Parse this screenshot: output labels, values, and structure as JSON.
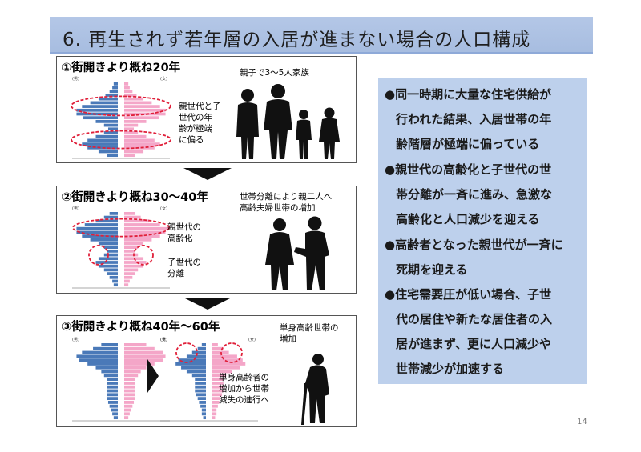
{
  "title": "6. 再生されず若年層の入居が進まない場合の人口構成",
  "panels": [
    {
      "title": "①街開きより概ね20年",
      "caption": "親子で3～5人家族",
      "note_lines": [
        "親世代と子",
        "世代の年",
        "齢が極端",
        "に偏る"
      ]
    },
    {
      "title": "②街開きより概ね30～40年",
      "caption_lines": [
        "世帯分離により親二人へ",
        "高齢夫婦世帯の増加"
      ],
      "note1_lines": [
        "親世代の",
        "高齢化"
      ],
      "note2_lines": [
        "子世代の",
        "分離"
      ]
    },
    {
      "title": "③街開きより概ね40年～60年",
      "caption_lines": [
        "単身高齢世帯の",
        "増加"
      ],
      "note_lines": [
        "単身高齢者の",
        "増加から世帯",
        "減失の進行へ"
      ]
    }
  ],
  "pyramid_labels": {
    "male": "(男)",
    "female": "(女)"
  },
  "bullets": [
    "●同一時期に大量な住宅供給が",
    "行われた結果、入居世帯の年",
    "齢階層が極端に偏っている",
    "●親世代の高齢化と子世代の世",
    "帯分離が一斉に進み、急激な",
    "高齢化と人口減少を迎える",
    "●高齢者となった親世代が一斉に",
    "死期を迎える",
    "●住宅需要圧が低い場合、子世",
    "代の居住や新たな居住者の入",
    "居が進まず、更に人口減少や",
    "世帯減少が加速する"
  ],
  "page_number": "14",
  "colors": {
    "male": "#4a79b8",
    "female": "#f4a6c8",
    "highlight": "#e0203a",
    "box": "#bdd0ec",
    "title_bar": "#b4c7e7"
  }
}
